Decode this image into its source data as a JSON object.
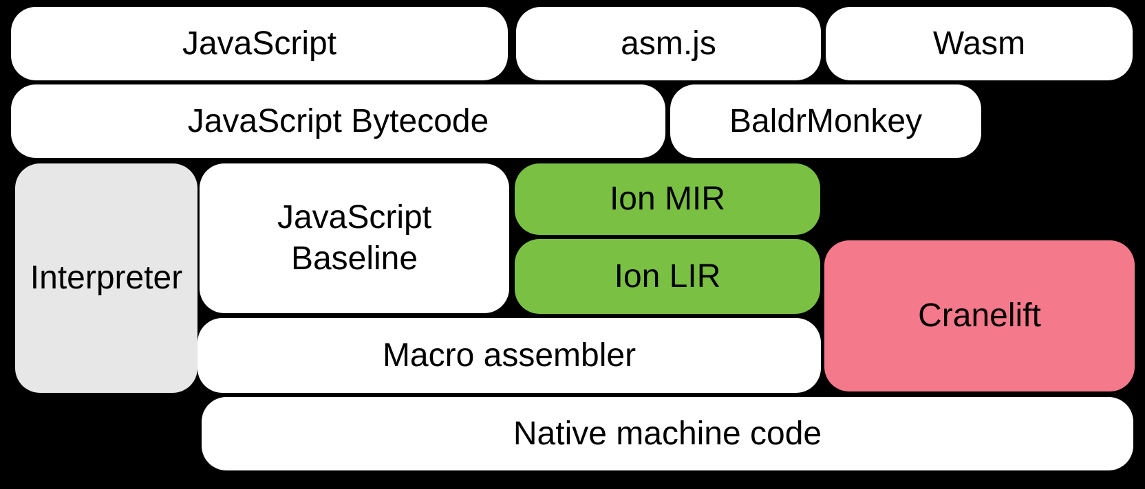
{
  "diagram": {
    "background": "#000000",
    "text_color": "#000000",
    "colors": {
      "white_block": "#FFFFFF",
      "gray_block": "#E7E7E7",
      "green_block": "#7AC143",
      "pink_block": "#F4798B"
    },
    "blocks": {
      "javascript": {
        "label": "JavaScript",
        "fill": "#FFFFFF"
      },
      "asm_js": {
        "label": "asm.js",
        "fill": "#FFFFFF"
      },
      "wasm": {
        "label": "Wasm",
        "fill": "#FFFFFF"
      },
      "js_bytecode": {
        "label": "JavaScript Bytecode",
        "fill": "#FFFFFF"
      },
      "baldrmonkey": {
        "label": "BaldrMonkey",
        "fill": "#FFFFFF"
      },
      "interpreter": {
        "label": "Interpreter",
        "fill": "#E7E7E7"
      },
      "js_baseline": {
        "label": "JavaScript Baseline",
        "fill": "#FFFFFF"
      },
      "ion_mir": {
        "label": "Ion MIR",
        "fill": "#7AC143"
      },
      "ion_lir": {
        "label": "Ion LIR",
        "fill": "#7AC143"
      },
      "cranelift": {
        "label": "Cranelift",
        "fill": "#F4798B"
      },
      "macro_assembler": {
        "label": "Macro assembler",
        "fill": "#FFFFFF"
      },
      "native_machine_code": {
        "label": "Native machine code",
        "fill": "#FFFFFF"
      }
    }
  }
}
